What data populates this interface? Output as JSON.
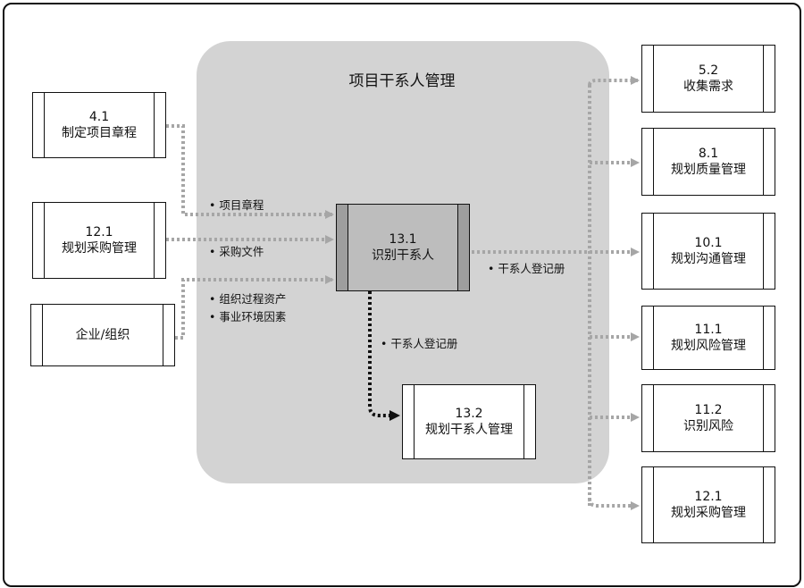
{
  "group": {
    "title": "项目干系人管理"
  },
  "center": {
    "number": "13.1",
    "title": "识别干系人"
  },
  "inputs": [
    {
      "number": "4.1",
      "title": "制定项目章程"
    },
    {
      "number": "12.1",
      "title": "规划采购管理"
    },
    {
      "number": "",
      "title": "企业/组织"
    }
  ],
  "next": {
    "number": "13.2",
    "title": "规划干系人管理"
  },
  "outputs": [
    {
      "number": "5.2",
      "title": "收集需求"
    },
    {
      "number": "8.1",
      "title": "规划质量管理"
    },
    {
      "number": "10.1",
      "title": "规划沟通管理"
    },
    {
      "number": "11.1",
      "title": "规划风险管理"
    },
    {
      "number": "11.2",
      "title": "识别风险"
    },
    {
      "number": "12.1",
      "title": "规划采购管理"
    }
  ],
  "labels": {
    "charter": "• 项目章程",
    "procurement_docs": "• 采购文件",
    "org_assets": "• 组织过程资产",
    "env_factors": "• 事业环境因素",
    "register_right": "• 干系人登记册",
    "register_down": "• 干系人登记册"
  },
  "colors": {
    "group_bg": "#d3d3d3",
    "center_fill": "#bdbdbd",
    "arrow_gray": "#a6a6a6",
    "arrow_dark": "#111111"
  }
}
